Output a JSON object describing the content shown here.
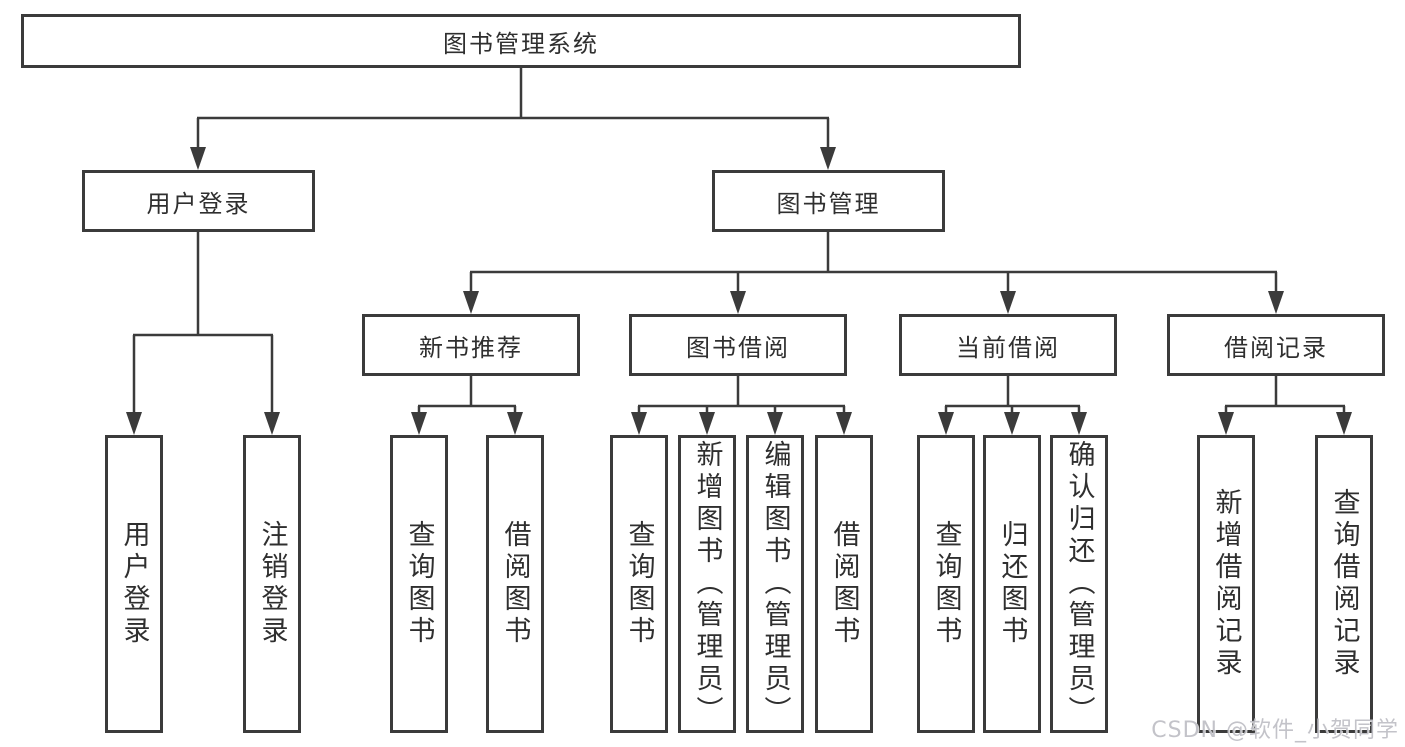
{
  "tree": {
    "root": {
      "label": "图书管理系统",
      "children": [
        {
          "label": "用户登录",
          "children": [
            {
              "label": "用户登录"
            },
            {
              "label": "注销登录"
            }
          ]
        },
        {
          "label": "图书管理",
          "children": [
            {
              "label": "新书推荐",
              "children": [
                {
                  "label": "查询图书"
                },
                {
                  "label": "借阅图书"
                }
              ]
            },
            {
              "label": "图书借阅",
              "children": [
                {
                  "label": "查询图书"
                },
                {
                  "label": "新增图书（管理员）"
                },
                {
                  "label": "编辑图书（管理员）"
                },
                {
                  "label": "借阅图书"
                }
              ]
            },
            {
              "label": "当前借阅",
              "children": [
                {
                  "label": "查询图书"
                },
                {
                  "label": "归还图书"
                },
                {
                  "label": "确认归还（管理员）"
                }
              ]
            },
            {
              "label": "借阅记录",
              "children": [
                {
                  "label": "新增借阅记录"
                },
                {
                  "label": "查询借阅记录"
                }
              ]
            }
          ]
        }
      ]
    }
  },
  "watermark": {
    "text": "CSDN @软件_小贺同学"
  },
  "colors": {
    "line": "#3b3b3b",
    "box_border": "#3b3b3b",
    "box_background": "#ffffff",
    "text": "#2f2f2f",
    "watermark": "#bebec4"
  }
}
